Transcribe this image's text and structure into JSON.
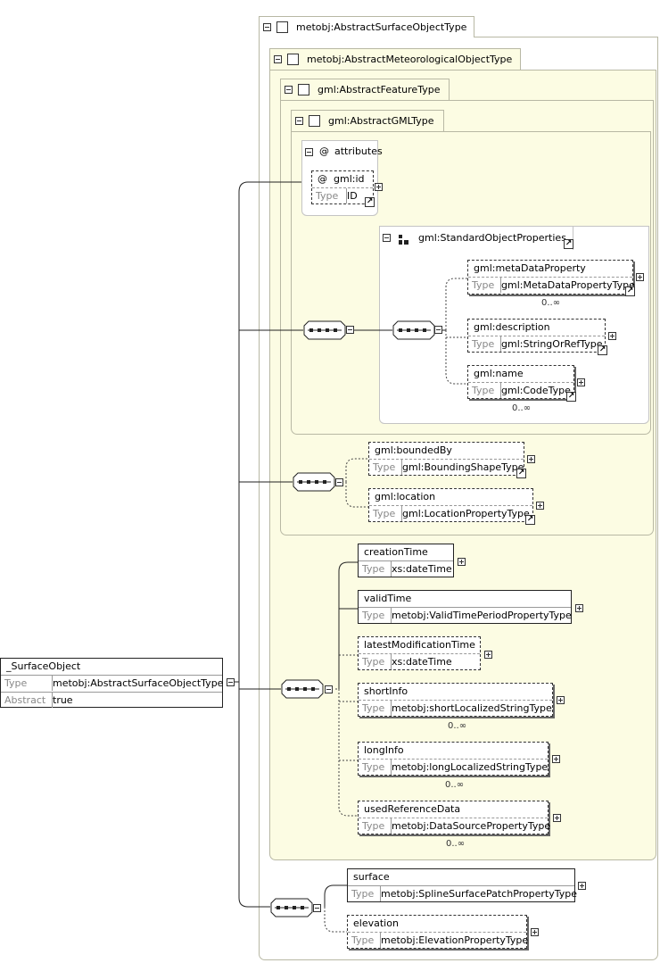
{
  "groups": {
    "surface_object_type": "metobj:AbstractSurfaceObjectType",
    "meteorological_object_type": "metobj:AbstractMeteorologicalObjectType",
    "feature_type": "gml:AbstractFeatureType",
    "gml_type": "gml:AbstractGMLType",
    "attributes": "attributes",
    "standard_object_properties": "gml:StandardObjectProperties"
  },
  "labels": {
    "type": "Type",
    "abstract": "Abstract",
    "at": "@"
  },
  "root": {
    "name": "_SurfaceObject",
    "type": "metobj:AbstractSurfaceObjectType",
    "abstract": "true"
  },
  "attribute_id": {
    "name": "gml:id",
    "type": "ID"
  },
  "elements": {
    "metaDataProperty": {
      "name": "gml:metaDataProperty",
      "type": "gml:MetaDataPropertyType",
      "card": "0..∞"
    },
    "description": {
      "name": "gml:description",
      "type": "gml:StringOrRefType"
    },
    "name": {
      "name": "gml:name",
      "type": "gml:CodeType",
      "card": "0..∞"
    },
    "boundedBy": {
      "name": "gml:boundedBy",
      "type": "gml:BoundingShapeType"
    },
    "location": {
      "name": "gml:location",
      "type": "gml:LocationPropertyType"
    },
    "creationTime": {
      "name": "creationTime",
      "type": "xs:dateTime"
    },
    "validTime": {
      "name": "validTime",
      "type": "metobj:ValidTimePeriodPropertyType"
    },
    "latestModificationTime": {
      "name": "latestModificationTime",
      "type": "xs:dateTime"
    },
    "shortInfo": {
      "name": "shortInfo",
      "type": "metobj:shortLocalizedStringType",
      "card": "0..∞"
    },
    "longInfo": {
      "name": "longInfo",
      "type": "metobj:longLocalizedStringType",
      "card": "0..∞"
    },
    "usedReferenceData": {
      "name": "usedReferenceData",
      "type": "metobj:DataSourcePropertyType",
      "card": "0..∞"
    },
    "surface": {
      "name": "surface",
      "type": "metobj:SplineSurfacePatchPropertyType"
    },
    "elevation": {
      "name": "elevation",
      "type": "metobj:ElevationPropertyType"
    }
  }
}
